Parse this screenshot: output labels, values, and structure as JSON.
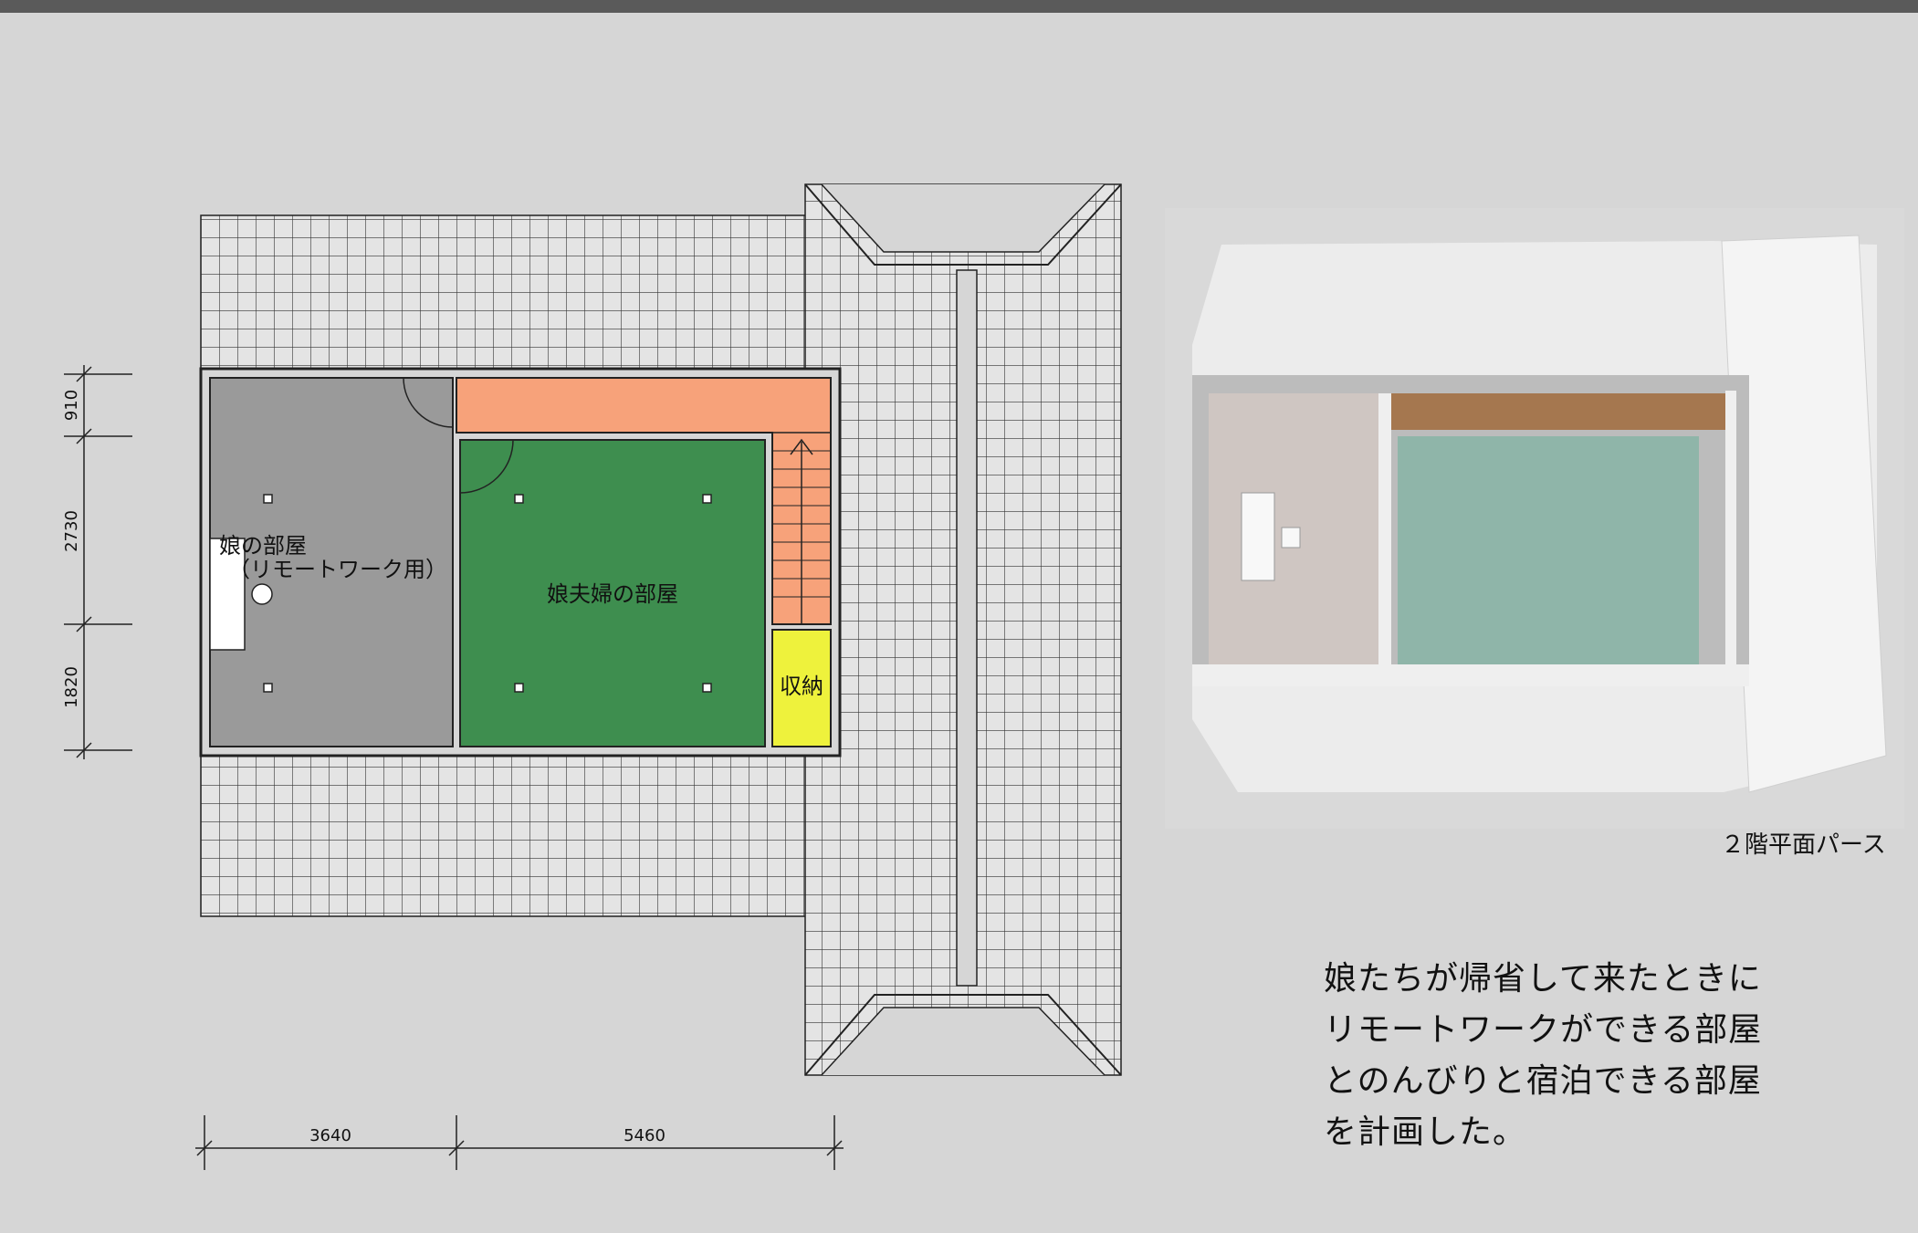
{
  "rooms": {
    "daughter_room_line1": "娘の部屋",
    "daughter_room_line2": "（リモートワーク用）",
    "couple_room": "娘夫婦の部屋",
    "storage": "収納"
  },
  "dimensions": {
    "vertical": [
      "910",
      "2730",
      "1820"
    ],
    "horizontal": [
      "3640",
      "5460"
    ]
  },
  "photo_caption": "２階平面パース",
  "description": "娘たちが帰省して来たときに\nリモートワークができる部屋\nとのんびりと宿泊できる部屋\nを計画した。",
  "colors": {
    "background": "#d6d6d6",
    "daughter_room": "#9a9a9a",
    "couple_room": "#3e8e4f",
    "corridor": "#f7a27a",
    "storage": "#eef23c"
  }
}
